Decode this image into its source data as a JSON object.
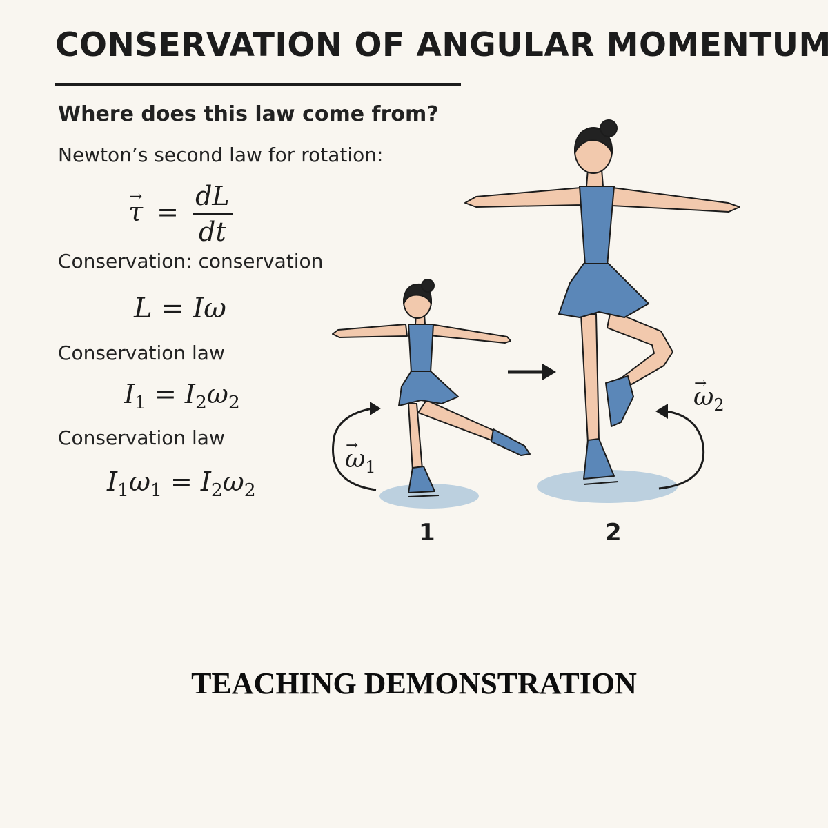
{
  "title": "CONSERVATION OF ANGULAR MOMENTUM",
  "question": "Where does this law come from?",
  "newton_label": "Newton’s second law for rotation:",
  "eq_torque": {
    "lhs": "τ",
    "equals": "=",
    "num": "dL",
    "den": "dt"
  },
  "conservation_label": "Conservation: conservation",
  "eq_L": "L = Iω",
  "law_label_1": "Conservation law",
  "eq_law_1": {
    "a": "I",
    "a_sub": "1",
    "mid": " = I",
    "b_sub": "2",
    "c": "ω",
    "c_sub": "2"
  },
  "law_label_2": "Conservation law",
  "eq_law_2": {
    "a": "I",
    "a_sub": "1",
    "w1": "ω",
    "w1_sub": "1",
    "mid": " = I",
    "b_sub": "2",
    "c": "ω",
    "c_sub": "2"
  },
  "figure": {
    "stage_1": "1",
    "stage_2": "2",
    "omega_1": {
      "sym": "ω",
      "sub": "1"
    },
    "omega_2": {
      "sym": "ω",
      "sub": "2"
    },
    "colors": {
      "dress": "#5b87b8",
      "skin": "#f2c9ad",
      "hair": "#222222",
      "ice": "#bcd0df",
      "line": "#1c1c1c"
    }
  },
  "footer": "TEACHING DEMONSTRATION"
}
